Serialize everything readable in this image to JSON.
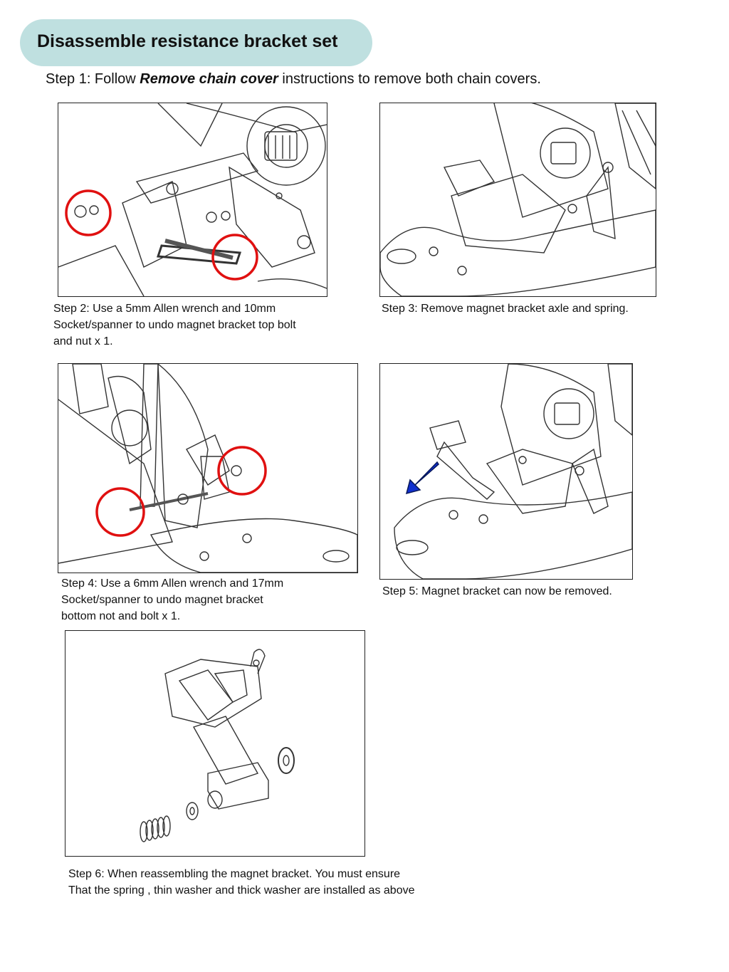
{
  "header": {
    "title": "Disassemble resistance bracket set"
  },
  "step1": {
    "prefix": "Step 1: Follow ",
    "emphasis": "Remove chain cover",
    "suffix": " instructions to remove both chain covers."
  },
  "steps": {
    "step2": {
      "line1": "Step 2: Use a 5mm  Allen wrench and 10mm",
      "line2": "Socket/spanner to undo magnet bracket top bolt",
      "line3": "and nut x 1."
    },
    "step3": {
      "line1": "Step 3: Remove magnet bracket axle and spring."
    },
    "step4": {
      "line1": "Step 4: Use a 6mm Allen wrench and 17mm",
      "line2": "Socket/spanner to undo magnet bracket",
      "line3": "bottom not and bolt x 1."
    },
    "step5": {
      "line1": "Step 5: Magnet bracket can now be removed."
    },
    "step6": {
      "line1": "Step 6: When reassembling the magnet bracket.  You must ensure",
      "line2": "That the spring , thin washer and thick washer are installed as above"
    }
  },
  "colors": {
    "highlight_circle": "#e01010",
    "arrow": "#1030d0",
    "pill": "#bfe0e0",
    "line": "#333333"
  },
  "icons": [
    "highlight-circle",
    "direction-arrow"
  ]
}
